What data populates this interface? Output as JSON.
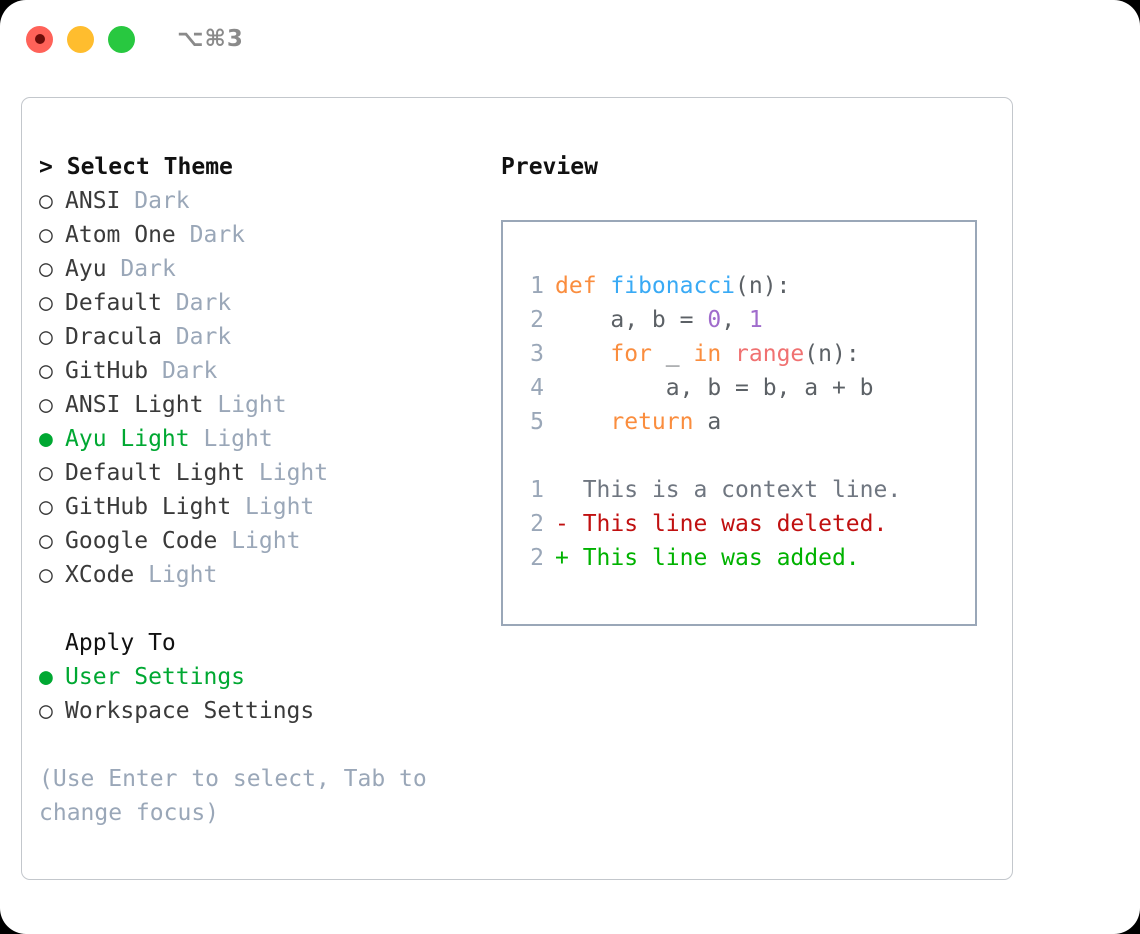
{
  "titlebar": {
    "shortcut": "⌥⌘3",
    "lights": [
      {
        "name": "close",
        "color": "#ff6259"
      },
      {
        "name": "minimize",
        "color": "#ffbd2e"
      },
      {
        "name": "zoom",
        "color": "#28c840"
      }
    ]
  },
  "theme_picker": {
    "heading": "Select Theme",
    "caret": ">",
    "marker_selected": "●",
    "marker_unselected": "○",
    "options": [
      {
        "label": "ANSI",
        "tag": "Dark",
        "selected": false
      },
      {
        "label": "Atom One",
        "tag": "Dark",
        "selected": false
      },
      {
        "label": "Ayu",
        "tag": "Dark",
        "selected": false
      },
      {
        "label": "Default",
        "tag": "Dark",
        "selected": false
      },
      {
        "label": "Dracula",
        "tag": "Dark",
        "selected": false
      },
      {
        "label": "GitHub",
        "tag": "Dark",
        "selected": false
      },
      {
        "label": "ANSI Light",
        "tag": "Light",
        "selected": false
      },
      {
        "label": "Ayu Light",
        "tag": "Light",
        "selected": true
      },
      {
        "label": "Default Light",
        "tag": "Light",
        "selected": false
      },
      {
        "label": "GitHub Light",
        "tag": "Light",
        "selected": false
      },
      {
        "label": "Google Code",
        "tag": "Light",
        "selected": false
      },
      {
        "label": "XCode",
        "tag": "Light",
        "selected": false
      }
    ]
  },
  "apply_to": {
    "heading": "Apply To",
    "options": [
      {
        "label": "User Settings",
        "selected": true
      },
      {
        "label": "Workspace Settings",
        "selected": false
      }
    ]
  },
  "hint": "(Use Enter to select, Tab to change focus)",
  "preview": {
    "title": "Preview",
    "code_lines": [
      {
        "num": "1",
        "tokens": [
          {
            "t": "def ",
            "c": "kw"
          },
          {
            "t": "fibonacci",
            "c": "fn"
          },
          {
            "t": "(n):",
            "c": "plain"
          }
        ]
      },
      {
        "num": "2",
        "tokens": [
          {
            "t": "    a, b = ",
            "c": "plain"
          },
          {
            "t": "0",
            "c": "num"
          },
          {
            "t": ", ",
            "c": "plain"
          },
          {
            "t": "1",
            "c": "num"
          }
        ]
      },
      {
        "num": "3",
        "tokens": [
          {
            "t": "    ",
            "c": "plain"
          },
          {
            "t": "for",
            "c": "kw"
          },
          {
            "t": " _ ",
            "c": "plain"
          },
          {
            "t": "in",
            "c": "kw"
          },
          {
            "t": " ",
            "c": "plain"
          },
          {
            "t": "range",
            "c": "bi"
          },
          {
            "t": "(n):",
            "c": "plain"
          }
        ]
      },
      {
        "num": "4",
        "tokens": [
          {
            "t": "        a, b = b, a + b",
            "c": "plain"
          }
        ]
      },
      {
        "num": "5",
        "tokens": [
          {
            "t": "    ",
            "c": "plain"
          },
          {
            "t": "return",
            "c": "kw"
          },
          {
            "t": " a",
            "c": "plain"
          }
        ]
      }
    ],
    "diff_lines": [
      {
        "num": "1",
        "sign": "  ",
        "text": "This is a context line.",
        "kind": "d-ctx"
      },
      {
        "num": "2",
        "sign": "- ",
        "text": "This line was deleted.",
        "kind": "d-del"
      },
      {
        "num": "2",
        "sign": "+ ",
        "text": "This line was added.",
        "kind": "d-add"
      }
    ]
  },
  "colors": {
    "accent_green": "#00a832",
    "muted": "#9aa7b8",
    "keyword": "#fa8d3e",
    "function": "#39aaf5",
    "number": "#a06ccc",
    "builtin": "#f07171",
    "diff_added": "#00b200",
    "diff_deleted": "#c01010",
    "panel_border": "#c3c7cc",
    "preview_border": "#9aa7b8"
  }
}
